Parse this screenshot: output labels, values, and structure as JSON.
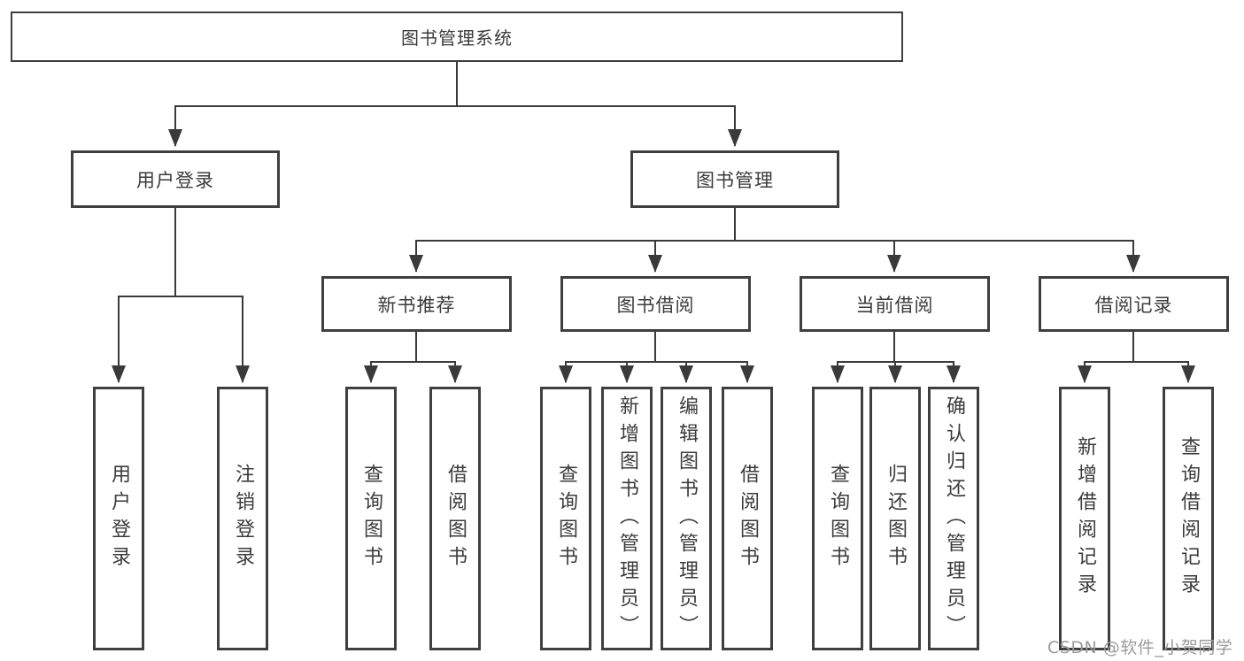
{
  "tree": {
    "label": "图书管理系统",
    "children": [
      {
        "label": "用户登录",
        "children": [
          {
            "label": "用户登录"
          },
          {
            "label": "注销登录"
          }
        ]
      },
      {
        "label": "图书管理",
        "children": [
          {
            "label": "新书推荐",
            "children": [
              {
                "label": "查询图书"
              },
              {
                "label": "借阅图书"
              }
            ]
          },
          {
            "label": "图书借阅",
            "children": [
              {
                "label": "查询图书"
              },
              {
                "label": "新增图书（管理员）"
              },
              {
                "label": "编辑图书（管理员）"
              },
              {
                "label": "借阅图书"
              }
            ]
          },
          {
            "label": "当前借阅",
            "children": [
              {
                "label": "查询图书"
              },
              {
                "label": "归还图书"
              },
              {
                "label": "确认归还（管理员）"
              }
            ]
          },
          {
            "label": "借阅记录",
            "children": [
              {
                "label": "新增借阅记录"
              },
              {
                "label": "查询借阅记录"
              }
            ]
          }
        ]
      }
    ]
  },
  "colors": {
    "line": "#3a3a3a",
    "border": "#3f3f3f",
    "text": "#3b3b3b",
    "watermark": "#9b9b9b"
  },
  "watermark": "CSDN @软件_小贺同学"
}
